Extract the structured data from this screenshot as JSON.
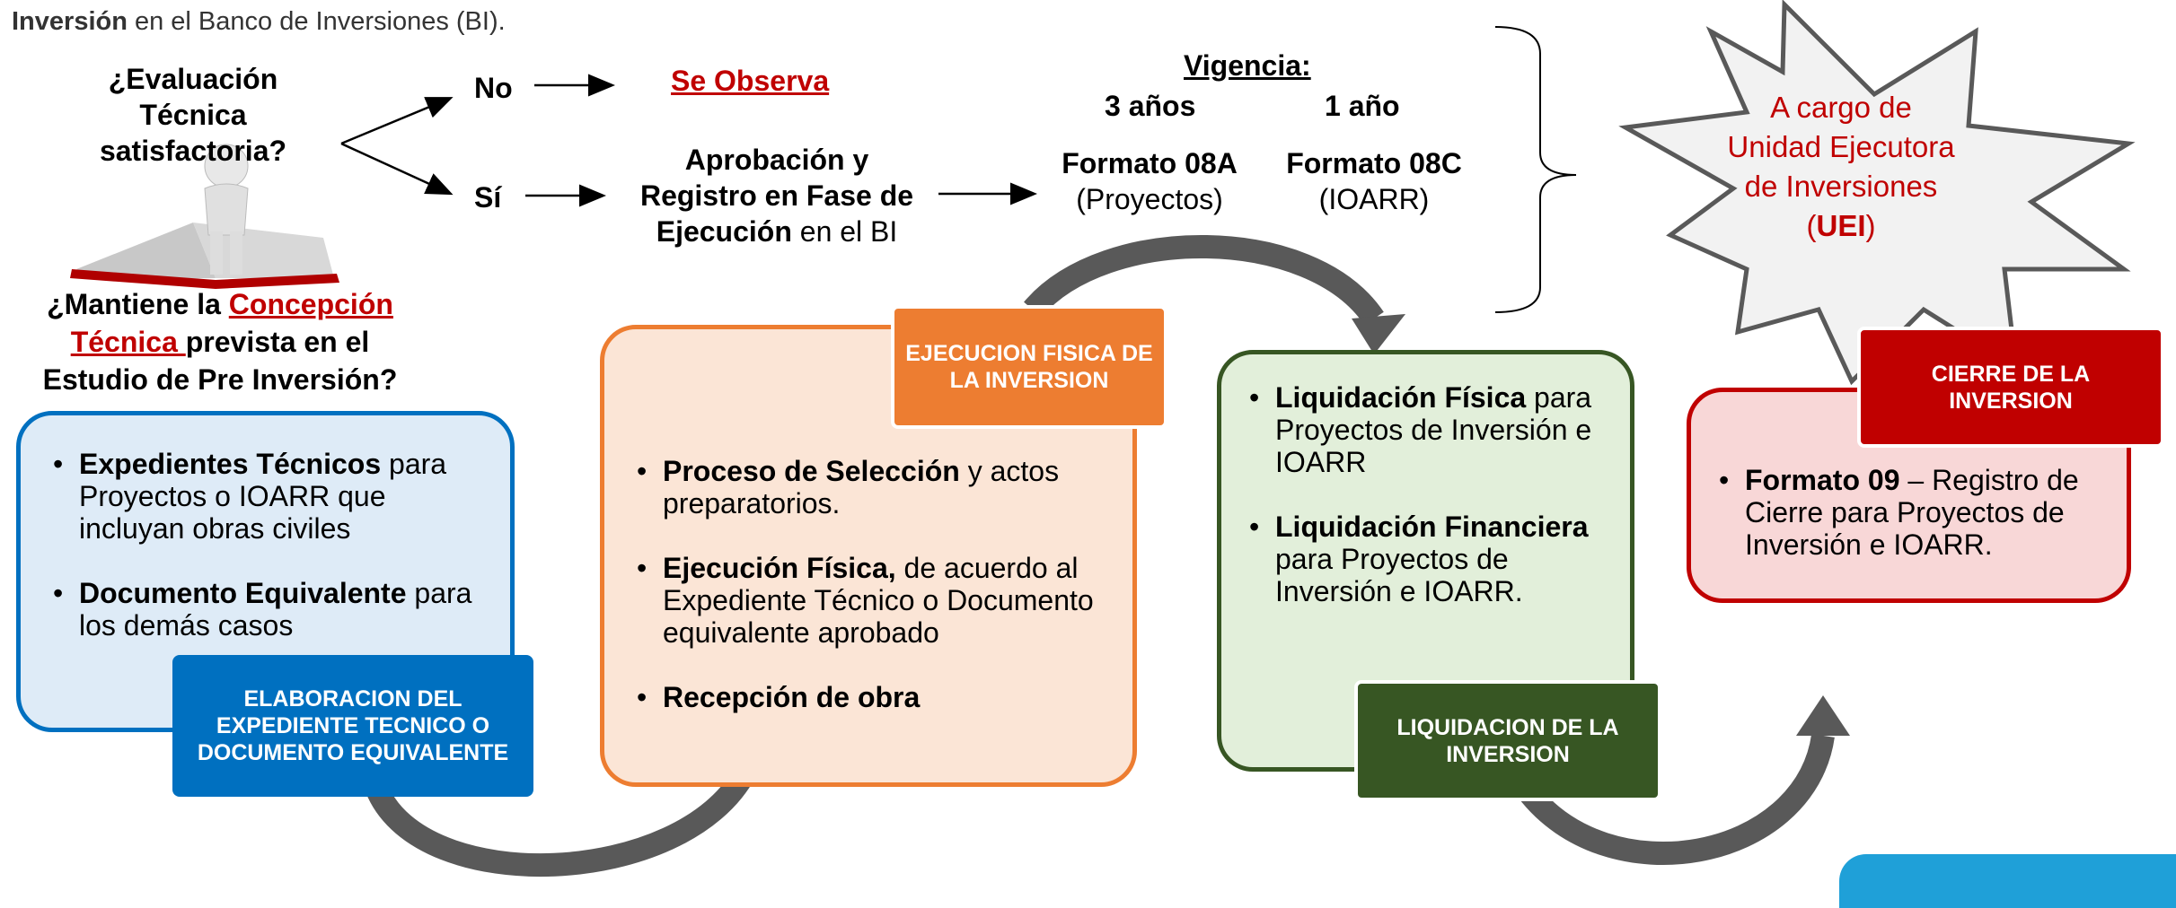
{
  "intro": {
    "bold": "Inversión",
    "rest": " en el Banco de Inversiones (BI)."
  },
  "question_eval": [
    "¿Evaluación Técnica",
    "satisfactoria?"
  ],
  "branch_no": {
    "label": "No",
    "result": "Se Observa"
  },
  "branch_yes": {
    "label": "Sí",
    "result_line1": "Aprobación y",
    "result_line2": "Registro en Fase de",
    "result_line3_bold": "Ejecución",
    "result_line3_rest": " en el BI"
  },
  "vigencia": {
    "title": "Vigencia:",
    "col1": {
      "years": "3 años",
      "format": "Formato 08A",
      "type": "(Proyectos)"
    },
    "col2": {
      "years": "1 año",
      "format": "Formato 08C",
      "type": "(IOARR)"
    }
  },
  "starburst": {
    "line1": "A cargo de",
    "line2": "Unidad Ejecutora",
    "line3": "de Inversiones",
    "line4_open": "(",
    "line4_bold": "UEI",
    "line4_close": ")"
  },
  "question_concept": {
    "p1": "¿Mantiene la ",
    "link1": "Concepción",
    "link2": "Técnica ",
    "p2": "prevista en el",
    "p3": "Estudio de Pre Inversión?"
  },
  "stage1": {
    "tag": "ELABORACION DEL EXPEDIENTE TECNICO O DOCUMENTO EQUIVALENTE",
    "items": [
      {
        "bold": "Expedientes Técnicos",
        "rest": " para Proyectos o IOARR que incluyan obras civiles"
      },
      {
        "bold": "Documento Equivalente",
        "rest": " para los demás casos"
      }
    ]
  },
  "stage2": {
    "tag": "EJECUCION FISICA DE LA INVERSION",
    "items": [
      {
        "bold": "Proceso de Selección",
        "rest": " y actos preparatorios."
      },
      {
        "bold": "Ejecución Física,",
        "rest": " de acuerdo al Expediente Técnico o Documento equivalente aprobado"
      },
      {
        "bold": "Recepción de obra",
        "rest": ""
      }
    ]
  },
  "stage3": {
    "tag": "LIQUIDACION DE LA INVERSION",
    "items": [
      {
        "bold": "Liquidación Física",
        "rest": " para Proyectos de Inversión e IOARR"
      },
      {
        "bold": "Liquidación Financiera",
        "rest": " para Proyectos de Inversión e IOARR."
      }
    ]
  },
  "stage4": {
    "tag": "CIERRE DE LA INVERSION",
    "items": [
      {
        "bold": "Formato 09",
        "rest": " – Registro de Cierre para Proyectos de Inversión e IOARR."
      }
    ]
  },
  "colors": {
    "blue": "#0070c0",
    "orange": "#ed7d31",
    "green": "#375623",
    "red": "#c00000",
    "arrow": "#595959"
  },
  "icons": {
    "book": "book-figure-icon",
    "burst": "starburst-icon"
  }
}
